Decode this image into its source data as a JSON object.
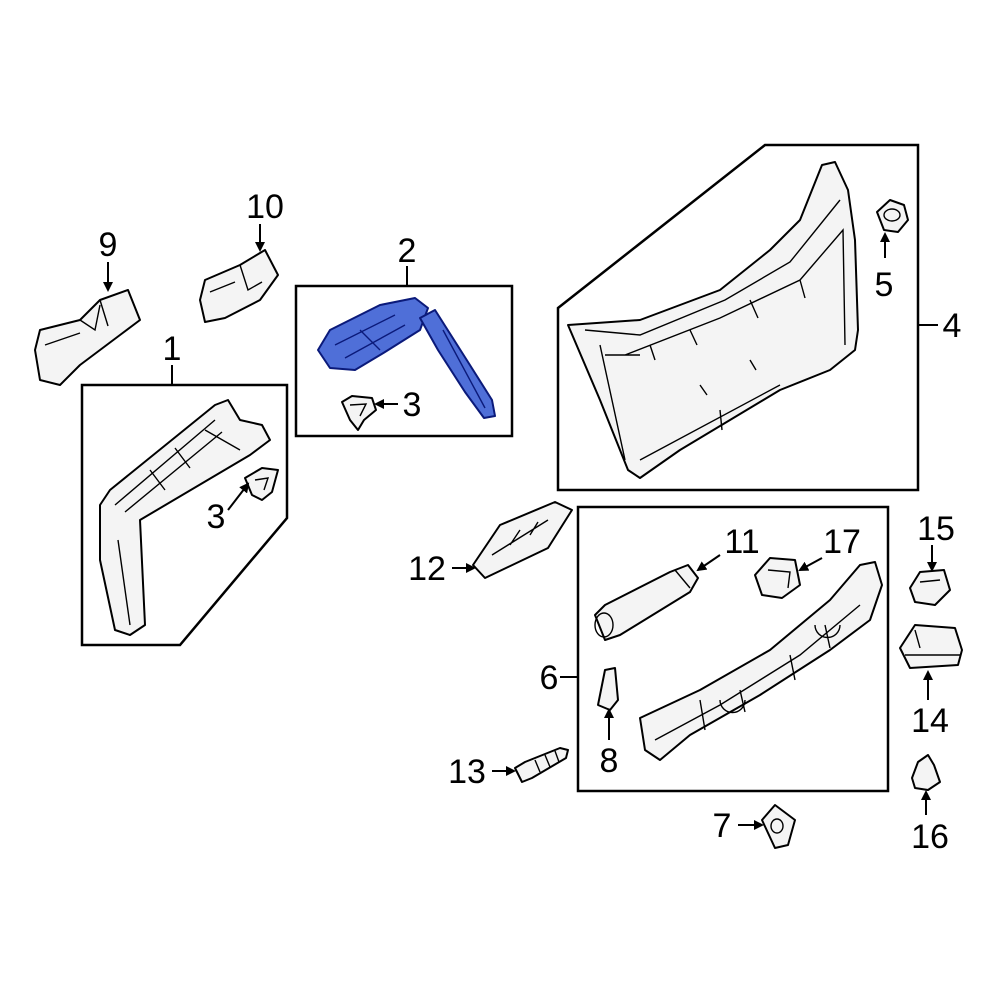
{
  "diagram": {
    "highlight_color": "#4f6fd8",
    "callouts": {
      "c1": "1",
      "c2": "2",
      "c3a": "3",
      "c3b": "3",
      "c4": "4",
      "c5": "5",
      "c6": "6",
      "c7": "7",
      "c8": "8",
      "c9": "9",
      "c10": "10",
      "c11": "11",
      "c12": "12",
      "c13": "13",
      "c14": "14",
      "c15": "15",
      "c16": "16",
      "c17": "17"
    }
  }
}
